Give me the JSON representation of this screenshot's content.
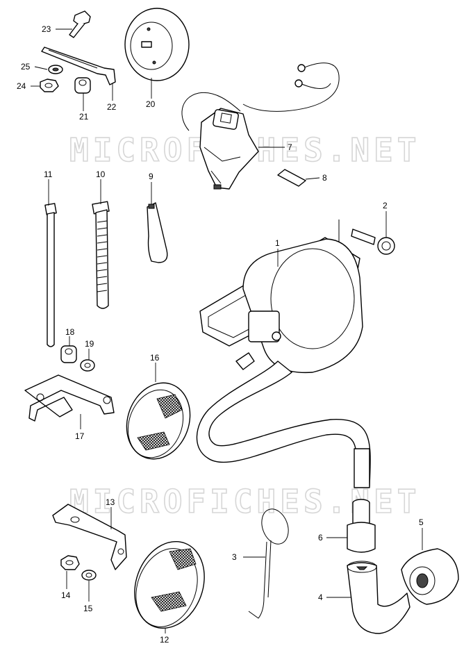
{
  "watermarks": [
    "MICROFICHES.NET",
    "MICROFICHES.NET"
  ],
  "callouts": [
    {
      "id": "1",
      "label": "1"
    },
    {
      "id": "2",
      "label": "2"
    },
    {
      "id": "3",
      "label": "3"
    },
    {
      "id": "4",
      "label": "4"
    },
    {
      "id": "5",
      "label": "5"
    },
    {
      "id": "6",
      "label": "6"
    },
    {
      "id": "7",
      "label": "7"
    },
    {
      "id": "8",
      "label": "8"
    },
    {
      "id": "9",
      "label": "9"
    },
    {
      "id": "10",
      "label": "10"
    },
    {
      "id": "11",
      "label": "11"
    },
    {
      "id": "12",
      "label": "12"
    },
    {
      "id": "13",
      "label": "13"
    },
    {
      "id": "14",
      "label": "14"
    },
    {
      "id": "15",
      "label": "15"
    },
    {
      "id": "16",
      "label": "16"
    },
    {
      "id": "17",
      "label": "17"
    },
    {
      "id": "18",
      "label": "18"
    },
    {
      "id": "19",
      "label": "19"
    },
    {
      "id": "20",
      "label": "20"
    },
    {
      "id": "21",
      "label": "21"
    },
    {
      "id": "22",
      "label": "22"
    },
    {
      "id": "23",
      "label": "23"
    },
    {
      "id": "24",
      "label": "24"
    },
    {
      "id": "25",
      "label": "25"
    }
  ]
}
